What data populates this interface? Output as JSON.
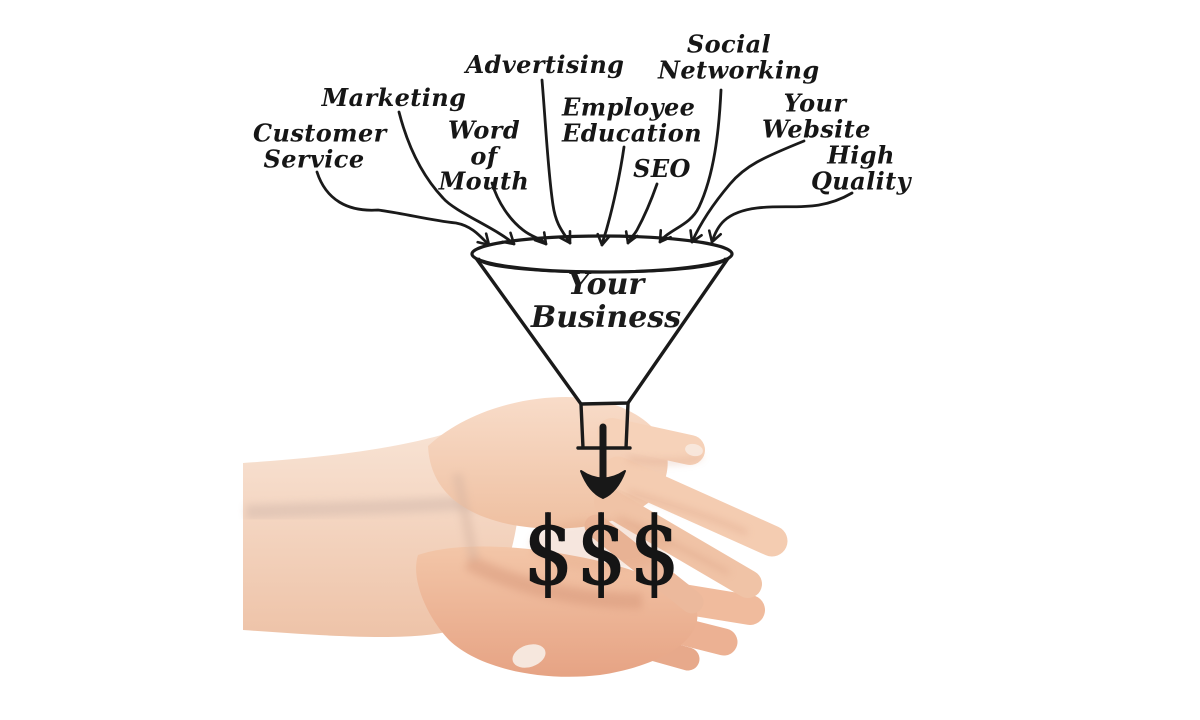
{
  "diagram": {
    "funnel": {
      "label": "Your Business"
    },
    "inputs": [
      {
        "label": "Customer Service"
      },
      {
        "label": "Marketing"
      },
      {
        "label": "Word of Mouth"
      },
      {
        "label": "Advertising"
      },
      {
        "label": "Employee Education"
      },
      {
        "label": "SEO"
      },
      {
        "label": "Social Networking"
      },
      {
        "label": "Your Website"
      },
      {
        "label": "High Quality"
      }
    ],
    "output": {
      "symbols": "$$$"
    },
    "colors": {
      "ink": "#1a1a1a",
      "background": "#ffffff",
      "skin_light": "#f8dcc9",
      "skin_mid": "#efc0a1",
      "skin_deep": "#e6a384"
    }
  }
}
